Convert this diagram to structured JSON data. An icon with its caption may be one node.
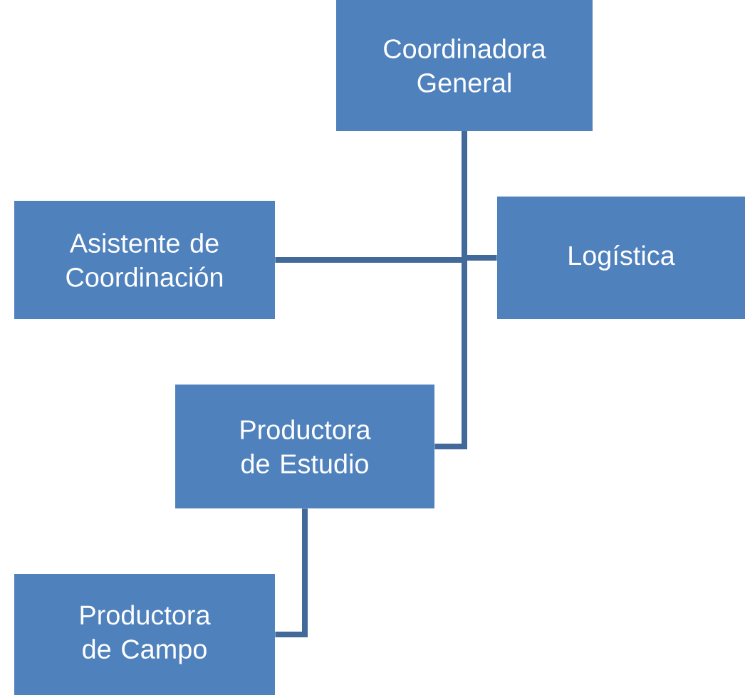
{
  "diagram": {
    "nodes": [
      {
        "text": [
          "Coordinadora General"
        ]
      },
      {
        "text": [
          "Asistente de Coordinación"
        ]
      },
      {
        "text": [
          "Logística"
        ]
      },
      {
        "text": [
          "Productora de Estudio"
        ]
      },
      {
        "text": [
          "Productora de Campo"
        ]
      }
    ],
    "edges": [
      {
        "from": 0,
        "to": 1,
        "arrow": "none"
      },
      {
        "from": 0,
        "to": 2,
        "arrow": "none"
      },
      {
        "from": 0,
        "to": 3,
        "arrow": "none"
      },
      {
        "from": 3,
        "to": 4,
        "arrow": "none"
      }
    ]
  }
}
